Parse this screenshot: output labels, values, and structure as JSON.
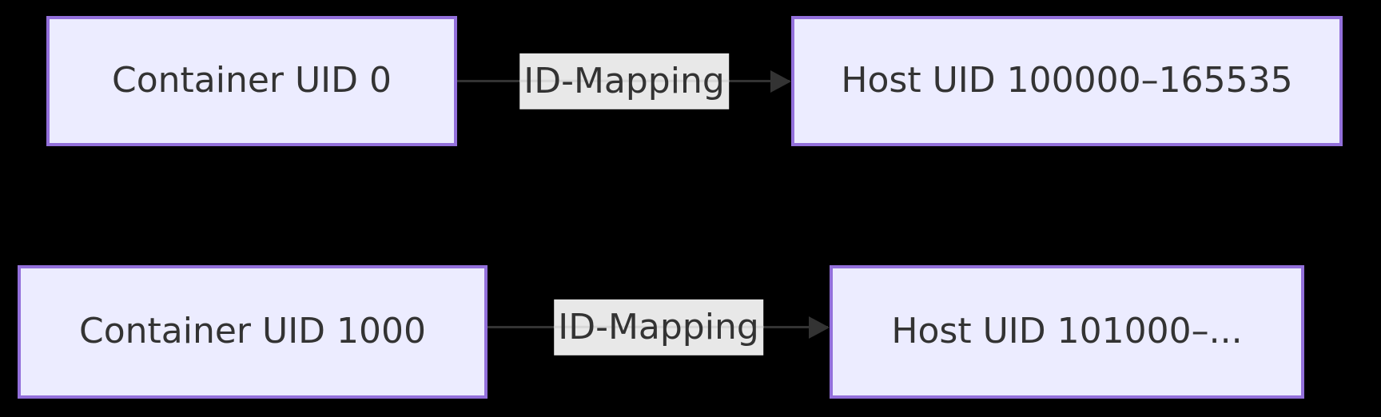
{
  "diagram": {
    "type": "flowchart-lr",
    "background_color": "#000000",
    "node_fill_color": "#ECECFF",
    "node_border_color": "#9370DB",
    "text_color": "#333333",
    "edge_color": "#333333",
    "edge_label_background": "#E8E8E8",
    "rows": [
      {
        "source": {
          "label": "Container UID 0"
        },
        "edge": {
          "label": "ID-Mapping",
          "direction": "right"
        },
        "target": {
          "label": "Host UID 100000–165535"
        }
      },
      {
        "source": {
          "label": "Container UID 1000"
        },
        "edge": {
          "label": "ID-Mapping",
          "direction": "right"
        },
        "target": {
          "label": "Host UID 101000–..."
        }
      }
    ]
  }
}
